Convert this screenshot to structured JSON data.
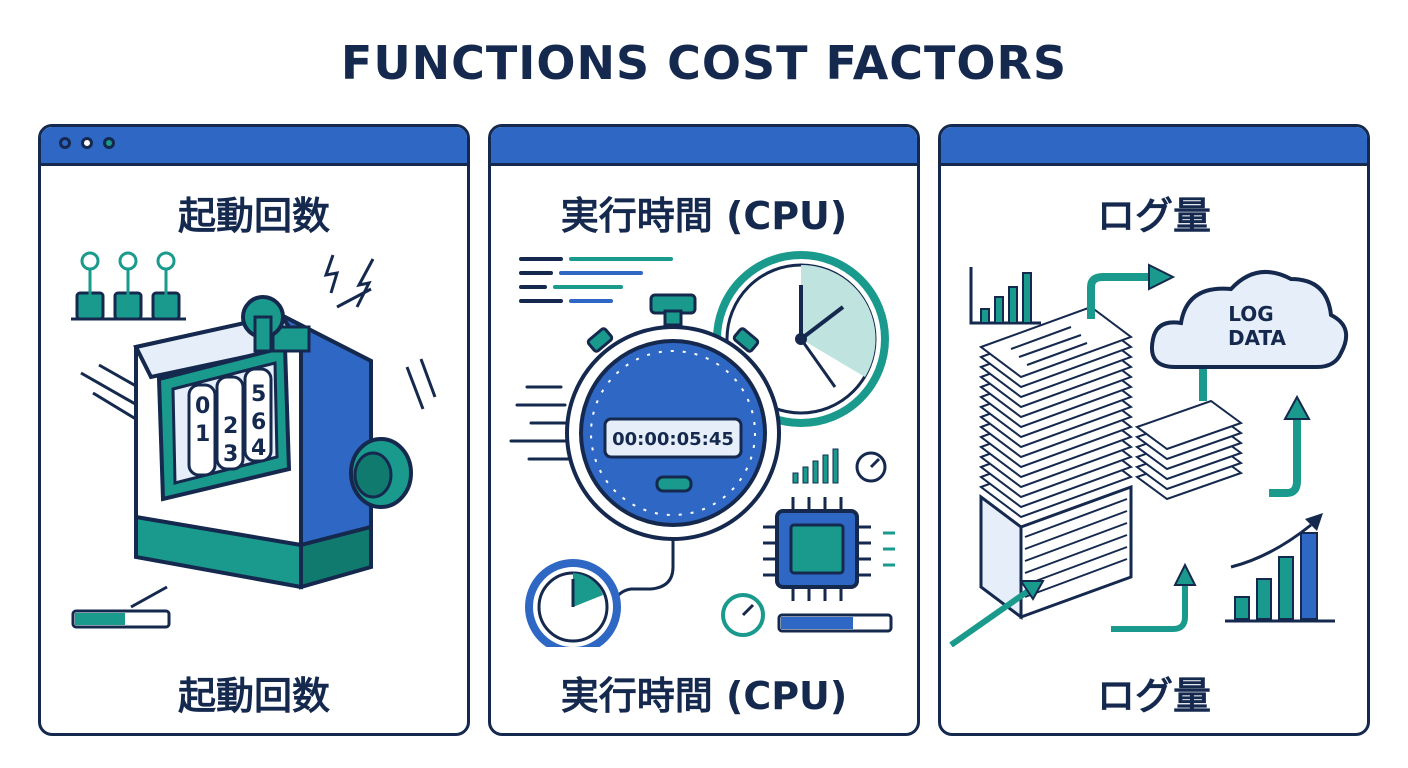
{
  "title": "FUNCTIONS COST FACTORS",
  "colors": {
    "navy": "#15294f",
    "blue": "#2f67c4",
    "teal": "#1a9a8c",
    "light": "#e6eef9"
  },
  "panels": [
    {
      "heading": "起動回数",
      "caption": "起動回数",
      "counter_digits": [
        "0",
        "1",
        "2",
        "5",
        "6",
        "3",
        "4"
      ],
      "icon": "tally-counter-icon"
    },
    {
      "heading": "実行時間 (CPU)",
      "caption": "実行時間 (CPU)",
      "stopwatch_time": "00:00:05:45",
      "icon": "stopwatch-icon"
    },
    {
      "heading": "ログ量",
      "caption": "ログ量",
      "cloud_label_line1": "LOG",
      "cloud_label_line2": "DATA",
      "icon": "log-stack-icon"
    }
  ]
}
